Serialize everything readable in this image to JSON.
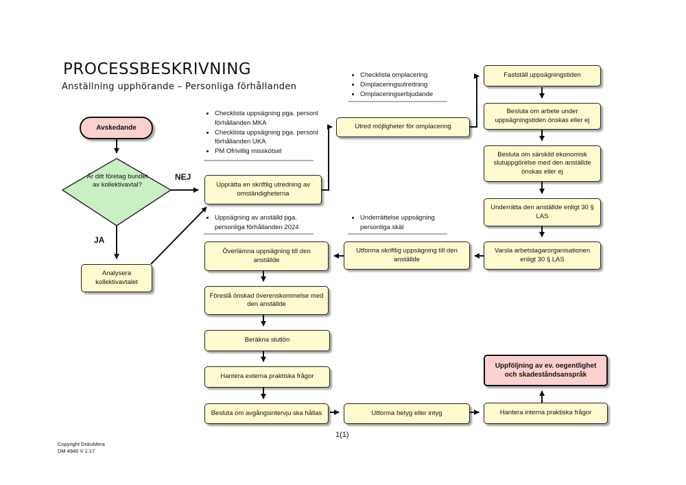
{
  "header": {
    "title": "PROCESSBESKRIVNING",
    "subtitle": "Anställning upphörande – Personliga förhållanden"
  },
  "start_box": "Avskedande",
  "decision": "Är ditt företag bundet av kollektivavtal?",
  "labels": {
    "no": "NEJ",
    "yes": "JA"
  },
  "boxes": {
    "analysera": "Analysera kollektivavtalet",
    "upprätta": "Upprätta en skriftlig utredning av omständigheterna",
    "utred": "Utred möjligheter för omplacering",
    "faststall": "Fastställ uppsägningstiden",
    "besluta_arbete": "Besluta om arbete under uppsägningstiden önskas eller ej",
    "besluta_ekonomisk": "Besluta om särskild ekonomisk slutuppgörelse med den anställde önskas eller ej",
    "underratta": "Underrätta den anställde enligt 30 § LAS",
    "varsla": "Varsla arbetstagarorganisationen enligt 30 § LAS",
    "utforma_uppsagning": "Utforma skriftlig uppsägning till den anställde",
    "overlamna": "Överlämna uppsägning till den anställde",
    "foresla": "Föreslå önskad överenskommelse med den anställde",
    "berakna": "Beräkna slutlön",
    "hantera_externa": "Hantera externa praktiska frågor",
    "besluta_avgang": "Besluta om avgångsintervju ska hållas",
    "utforma_betyg": "Utforma betyg eller intyg",
    "hantera_interna": "Hantera interna praktiska frågor",
    "uppfoljning": "Uppföljning av ev. oegentlighet och skadeståndsanspråk"
  },
  "documents": {
    "utredning": [
      "Checklista uppsägning pga. personl förhållanden MKA",
      "Checklista uppsägning pga. personl förhållanden UKA",
      "PM Ofrivillig misskötsel"
    ],
    "omplacering": [
      "Checklista omplacering",
      "Omplaceringsutredning",
      "Omplaceringserbjudande"
    ],
    "overlamna": [
      "Uppsägning av anställd pga. personliga förhållanden 2024"
    ],
    "utforma": [
      "Underrättelse uppsägning personliga skäl"
    ]
  },
  "footer": {
    "page": "1(1)",
    "copyright": "Copyright DokuMera",
    "version": "DM 4940 V 1.17"
  }
}
